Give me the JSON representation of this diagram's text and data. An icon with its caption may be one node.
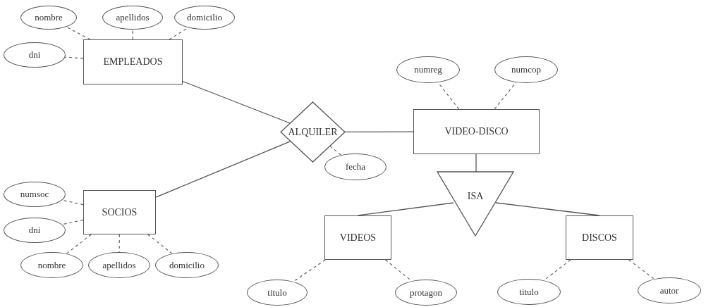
{
  "diagram": {
    "nodes": [
      {
        "text": [
          "EMPLEADOS"
        ]
      },
      {
        "text": [
          "nombre"
        ]
      },
      {
        "text": [
          "apellidos"
        ]
      },
      {
        "text": [
          "domicilio"
        ]
      },
      {
        "text": [
          "dni"
        ]
      },
      {
        "text": [
          "ALQUILER"
        ]
      },
      {
        "text": [
          "fecha"
        ]
      },
      {
        "text": [
          "VIDEO-DISCO"
        ]
      },
      {
        "text": [
          "numreg"
        ]
      },
      {
        "text": [
          "numcop"
        ]
      },
      {
        "text": [
          "ISA"
        ]
      },
      {
        "text": [
          "VIDEOS"
        ]
      },
      {
        "text": [
          "DISCOS"
        ]
      },
      {
        "text": [
          "titulo"
        ]
      },
      {
        "text": [
          "protagon"
        ]
      },
      {
        "text": [
          "titulo"
        ]
      },
      {
        "text": [
          "autor"
        ]
      },
      {
        "text": [
          "SOCIOS"
        ]
      },
      {
        "text": [
          "numsoc"
        ]
      },
      {
        "text": [
          "dni"
        ]
      },
      {
        "text": [
          "nombre"
        ]
      },
      {
        "text": [
          "apellidos"
        ]
      },
      {
        "text": [
          "domicilio"
        ]
      }
    ],
    "edges": [
      {
        "from": 0,
        "to": 1,
        "arrow": "none",
        "style": "dashed"
      },
      {
        "from": 0,
        "to": 2,
        "arrow": "none",
        "style": "dashed"
      },
      {
        "from": 0,
        "to": 3,
        "arrow": "none",
        "style": "dashed"
      },
      {
        "from": 0,
        "to": 4,
        "arrow": "none",
        "style": "dashed"
      },
      {
        "from": 0,
        "to": 5,
        "arrow": "none"
      },
      {
        "from": 17,
        "to": 5,
        "arrow": "none"
      },
      {
        "from": 5,
        "to": 7,
        "arrow": "none"
      },
      {
        "from": 5,
        "to": 6,
        "arrow": "none",
        "style": "dashed"
      },
      {
        "from": 7,
        "to": 8,
        "arrow": "none",
        "style": "dashed"
      },
      {
        "from": 7,
        "to": 9,
        "arrow": "none",
        "style": "dashed"
      },
      {
        "from": 7,
        "to": 10,
        "arrow": "none"
      },
      {
        "from": 10,
        "to": 11,
        "arrow": "none"
      },
      {
        "from": 10,
        "to": 12,
        "arrow": "none"
      },
      {
        "from": 11,
        "to": 13,
        "arrow": "none",
        "style": "dashed"
      },
      {
        "from": 11,
        "to": 14,
        "arrow": "none",
        "style": "dashed"
      },
      {
        "from": 12,
        "to": 15,
        "arrow": "none",
        "style": "dashed"
      },
      {
        "from": 12,
        "to": 16,
        "arrow": "none",
        "style": "dashed"
      },
      {
        "from": 17,
        "to": 18,
        "arrow": "none",
        "style": "dashed"
      },
      {
        "from": 17,
        "to": 19,
        "arrow": "none",
        "style": "dashed"
      },
      {
        "from": 17,
        "to": 20,
        "arrow": "none",
        "style": "dashed"
      },
      {
        "from": 17,
        "to": 21,
        "arrow": "none",
        "style": "dashed"
      },
      {
        "from": 17,
        "to": 22,
        "arrow": "none",
        "style": "dashed"
      }
    ]
  }
}
